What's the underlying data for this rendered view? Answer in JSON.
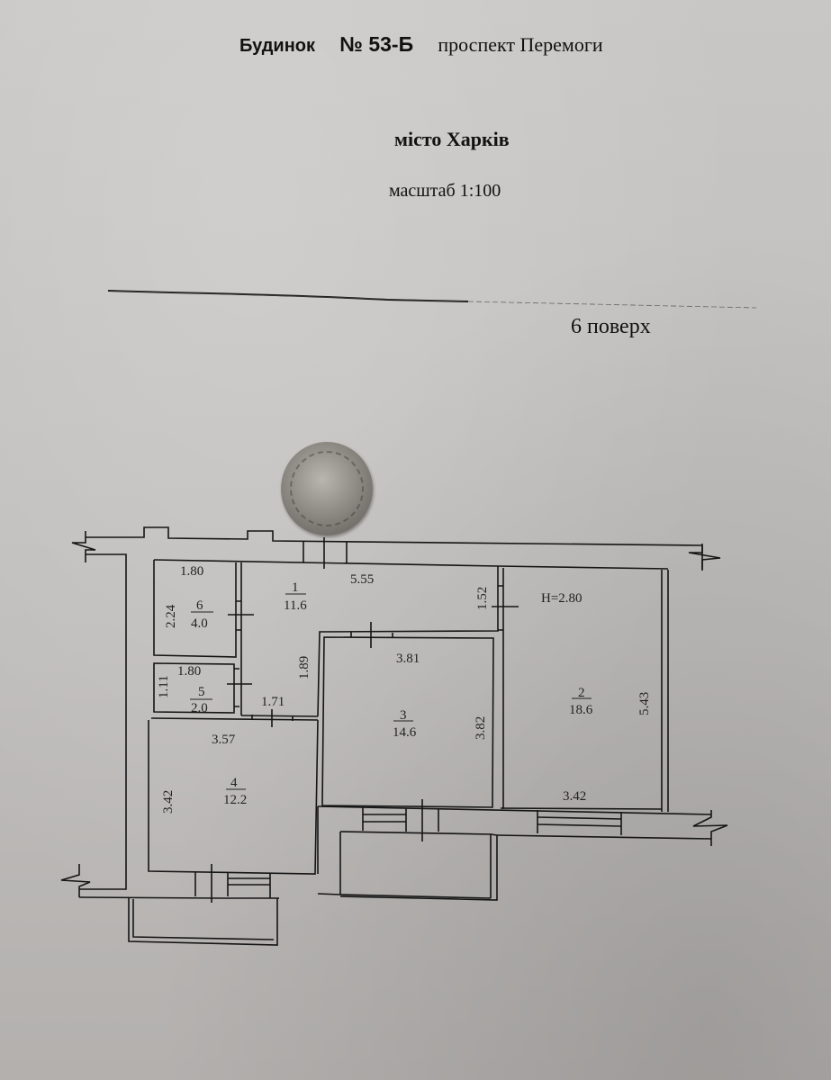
{
  "header": {
    "building_label": "Будинок",
    "building_number": "№ 53-Б",
    "street": "проспект Перемоги",
    "city": "місто Харків",
    "scale": "масштаб 1:100",
    "floor": "6 поверх"
  },
  "plan": {
    "ceiling_height": "H=2.80",
    "rooms": [
      {
        "number": "1",
        "area": "11.6",
        "dims": [
          "5.55",
          "1.52",
          "1.89",
          "1.71"
        ]
      },
      {
        "number": "2",
        "area": "18.6",
        "dims": [
          "5.43",
          "3.42"
        ]
      },
      {
        "number": "3",
        "area": "14.6",
        "dims": [
          "3.81",
          "3.82"
        ]
      },
      {
        "number": "4",
        "area": "12.2",
        "dims": [
          "3.57",
          "3.42"
        ]
      },
      {
        "number": "5",
        "area": "2.0",
        "dims": [
          "1.80",
          "1.11"
        ]
      },
      {
        "number": "6",
        "area": "4.0",
        "dims": [
          "1.80",
          "2.24"
        ]
      }
    ]
  },
  "colors": {
    "paper": "#c6c4c2",
    "ink": "#151515",
    "seal": "#8f8c86"
  }
}
